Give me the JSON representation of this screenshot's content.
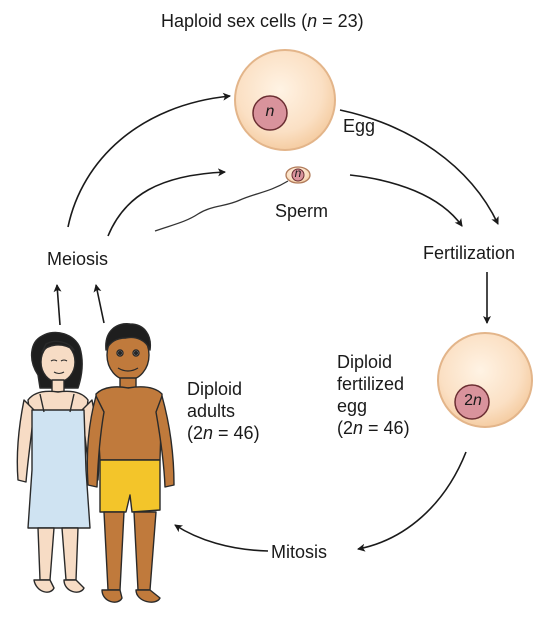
{
  "title": {
    "prefix": "Haploid sex cells (",
    "var": "n",
    "suffix": " = 23)"
  },
  "egg": {
    "label": "Egg",
    "nucleus": "n"
  },
  "sperm": {
    "label": "Sperm",
    "nucleus": "n"
  },
  "fertilization": {
    "label": "Fertilization"
  },
  "zygote": {
    "nucleus_num": "2",
    "nucleus_var": "n",
    "lines": [
      "Diploid",
      "fertilized",
      "egg"
    ],
    "count": {
      "prefix": "(2",
      "var": "n",
      "suffix": " = 46)"
    }
  },
  "mitosis": {
    "label": "Mitosis"
  },
  "meiosis": {
    "label": "Meiosis"
  },
  "adults": {
    "lines": [
      "Diploid",
      "adults"
    ],
    "count": {
      "prefix": "(2",
      "var": "n",
      "suffix": " = 46)"
    }
  },
  "colors": {
    "cell_fill": "#fbe0c4",
    "cell_stroke": "#e6b98a",
    "nucleus_fill": "#d9939c",
    "female_skin": "#f7dcc5",
    "female_dress": "#cfe3f2",
    "male_skin": "#c07a3c",
    "male_shorts": "#f3c52a",
    "arrow": "#1a1a1a"
  }
}
